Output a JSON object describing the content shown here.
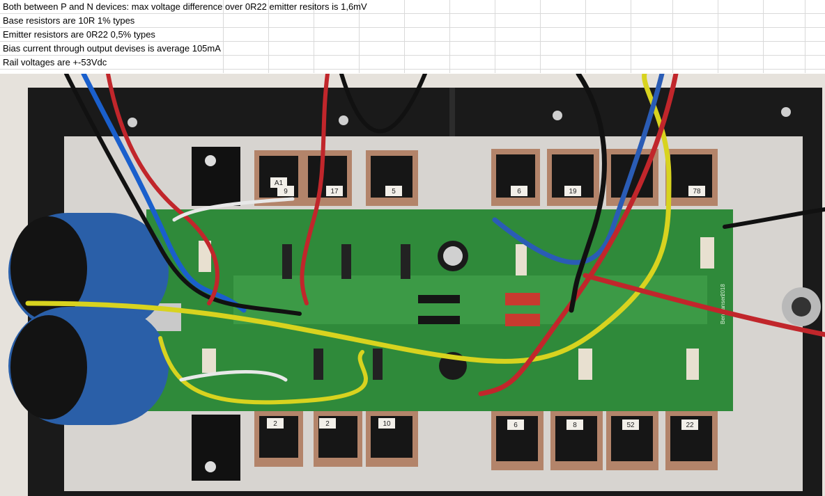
{
  "spreadsheet": {
    "rows": [
      "Both between P and N devices: max voltage difference over 0R22 emitter resitors is 1,6mV",
      "Base resistors are 10R 1% types",
      "Emitter resistors are 0R22 0,5% types",
      "Bias current through output devises is average 105mA",
      "Rail voltages are  +-53Vdc"
    ]
  },
  "photo": {
    "top_labels": [
      "A1",
      "9",
      "17",
      "5",
      "6",
      "19",
      "78"
    ],
    "bottom_labels": [
      "2",
      "2",
      "10",
      "6",
      "8",
      "52",
      "22"
    ],
    "board_text": [
      "Ben Jansen",
      "2018"
    ]
  },
  "colors": {
    "pcb": "#2f8a3a",
    "heatsink": "#1c1c1c",
    "plate": "#d9d6d2",
    "capacitor": "#2a5fa8",
    "wire_yellow": "#d8d31f",
    "wire_red": "#c1262b",
    "wire_blue": "#2a5cb5",
    "wire_black": "#111111"
  }
}
